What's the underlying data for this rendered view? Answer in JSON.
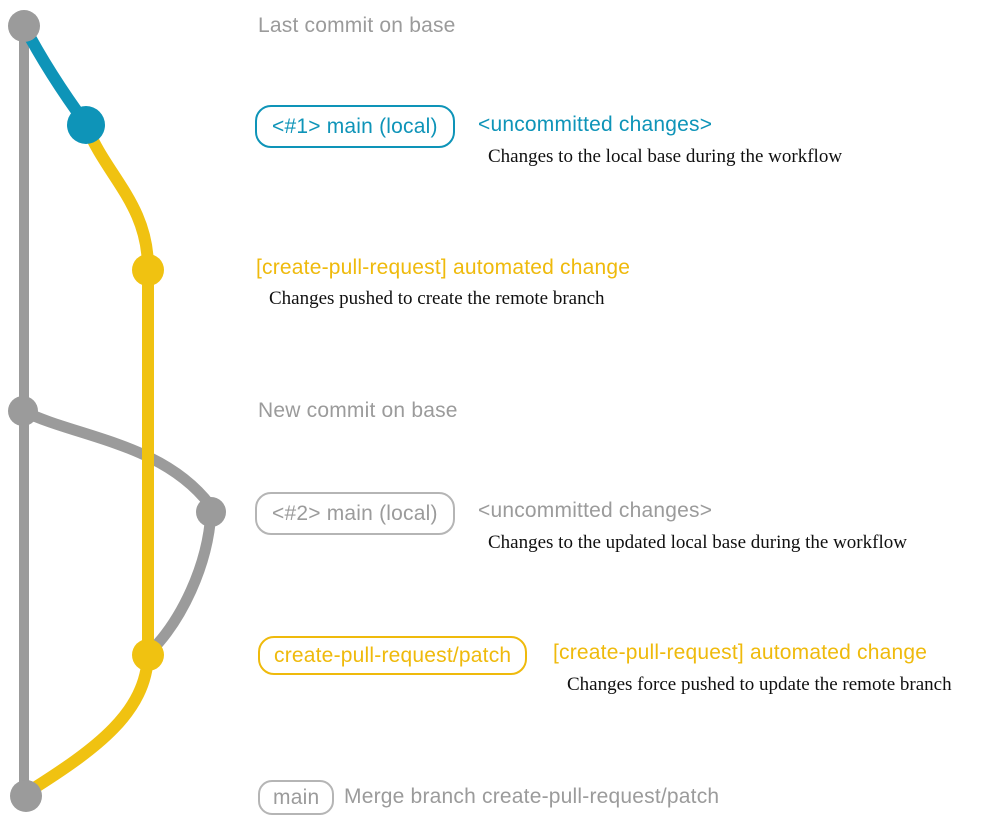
{
  "colors": {
    "gray": "#9B9B9B",
    "gray_border": "#B5B5B5",
    "blue": "#0E94B8",
    "yellow": "#F0C211",
    "yellow_text": "#EFBA0C",
    "desc": "#101010"
  },
  "rows": {
    "last_commit": {
      "label": "Last commit on base"
    },
    "commit1": {
      "badge": "<#1> main (local)",
      "title": "<uncommitted changes>",
      "desc": "Changes to the local base during the workflow"
    },
    "pr_commit1": {
      "title": "[create-pull-request] automated change",
      "desc": "Changes pushed to create the remote branch"
    },
    "new_commit": {
      "label": "New commit on base"
    },
    "commit2": {
      "badge": "<#2> main (local)",
      "title": "<uncommitted changes>",
      "desc": "Changes to the updated local base during the workflow"
    },
    "pr_commit2": {
      "badge": "create-pull-request/patch",
      "title": "[create-pull-request] automated change",
      "desc": "Changes force pushed to update the remote branch"
    },
    "merge_commit": {
      "badge": "main",
      "label": "Merge branch create-pull-request/patch"
    }
  }
}
